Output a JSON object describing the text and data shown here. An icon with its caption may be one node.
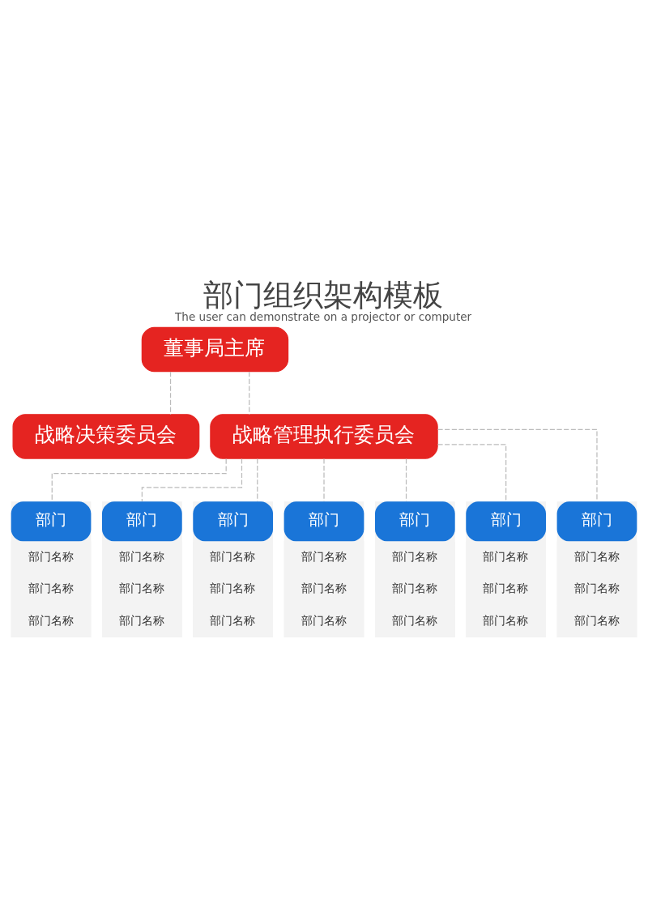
{
  "diagram": {
    "title": "部门组织架构模板",
    "caption": "The user can demonstrate on a projector or computer",
    "nodes": [
      {
        "text": [
          "董事局主席"
        ]
      },
      {
        "text": [
          "战略决策委员会"
        ]
      },
      {
        "text": [
          "战略管理执行委员会"
        ]
      },
      {
        "text": [
          "部门",
          "部门名称",
          "部门名称",
          "部门名称"
        ]
      },
      {
        "text": [
          "部门",
          "部门名称",
          "部门名称",
          "部门名称"
        ]
      },
      {
        "text": [
          "部门",
          "部门名称",
          "部门名称",
          "部门名称"
        ]
      },
      {
        "text": [
          "部门",
          "部门名称",
          "部门名称",
          "部门名称"
        ]
      },
      {
        "text": [
          "部门",
          "部门名称",
          "部门名称",
          "部门名称"
        ]
      },
      {
        "text": [
          "部门",
          "部门名称",
          "部门名称",
          "部门名称"
        ]
      },
      {
        "text": [
          "部门",
          "部门名称",
          "部门名称",
          "部门名称"
        ]
      }
    ],
    "edges": [
      {
        "from": 0,
        "to": 1,
        "arrow": "none",
        "style": "dashed"
      },
      {
        "from": 0,
        "to": 2,
        "arrow": "none",
        "style": "dashed"
      },
      {
        "from": 2,
        "to": 3,
        "arrow": "none",
        "style": "dashed"
      },
      {
        "from": 2,
        "to": 4,
        "arrow": "none",
        "style": "dashed"
      },
      {
        "from": 2,
        "to": 5,
        "arrow": "none",
        "style": "dashed"
      },
      {
        "from": 2,
        "to": 6,
        "arrow": "none",
        "style": "dashed"
      },
      {
        "from": 2,
        "to": 7,
        "arrow": "none",
        "style": "dashed"
      },
      {
        "from": 2,
        "to": 8,
        "arrow": "none",
        "style": "dashed"
      },
      {
        "from": 2,
        "to": 9,
        "arrow": "none",
        "style": "dashed"
      }
    ]
  }
}
